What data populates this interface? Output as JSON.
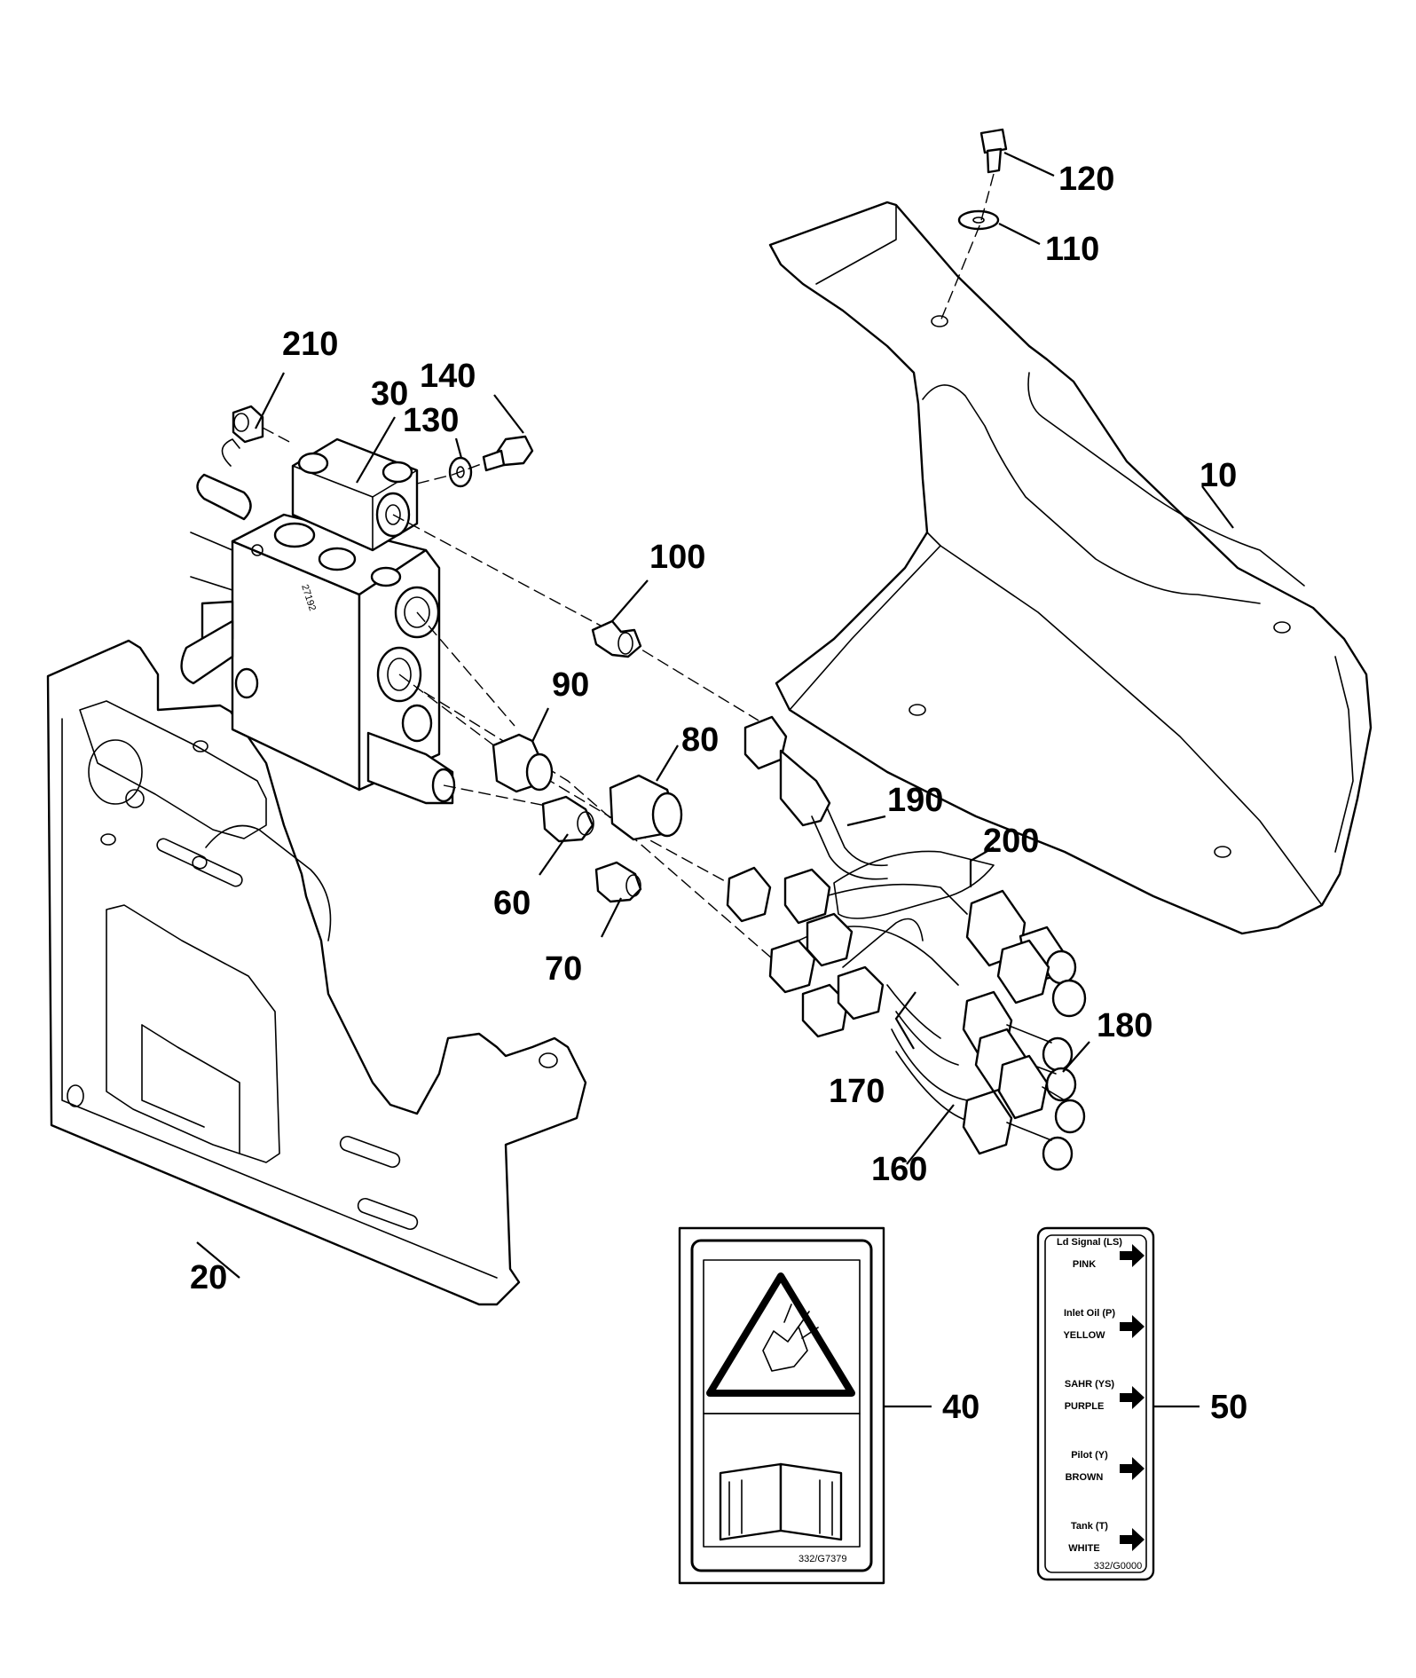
{
  "callouts": {
    "c10": "10",
    "c20": "20",
    "c30": "30",
    "c40": "40",
    "c50": "50",
    "c60": "60",
    "c70": "70",
    "c80": "80",
    "c90": "90",
    "c100": "100",
    "c110": "110",
    "c120": "120",
    "c130": "130",
    "c140": "140",
    "c160": "160",
    "c170": "170",
    "c180": "180",
    "c190": "190",
    "c200": "200",
    "c210": "210"
  },
  "valve_marking": "27192",
  "decal_40": {
    "code": "332/G7379"
  },
  "decal_50": {
    "rows": [
      {
        "line1": "Ld Signal (LS)",
        "line2": "PINK"
      },
      {
        "line1": "Inlet Oil (P)",
        "line2": "YELLOW"
      },
      {
        "line1": "SAHR (YS)",
        "line2": "PURPLE"
      },
      {
        "line1": "Pilot (Y)",
        "line2": "BROWN"
      },
      {
        "line1": "Tank (T)",
        "line2": "WHITE"
      }
    ],
    "code": "332/G0000",
    "arrow_icon": "right-arrow-icon"
  }
}
